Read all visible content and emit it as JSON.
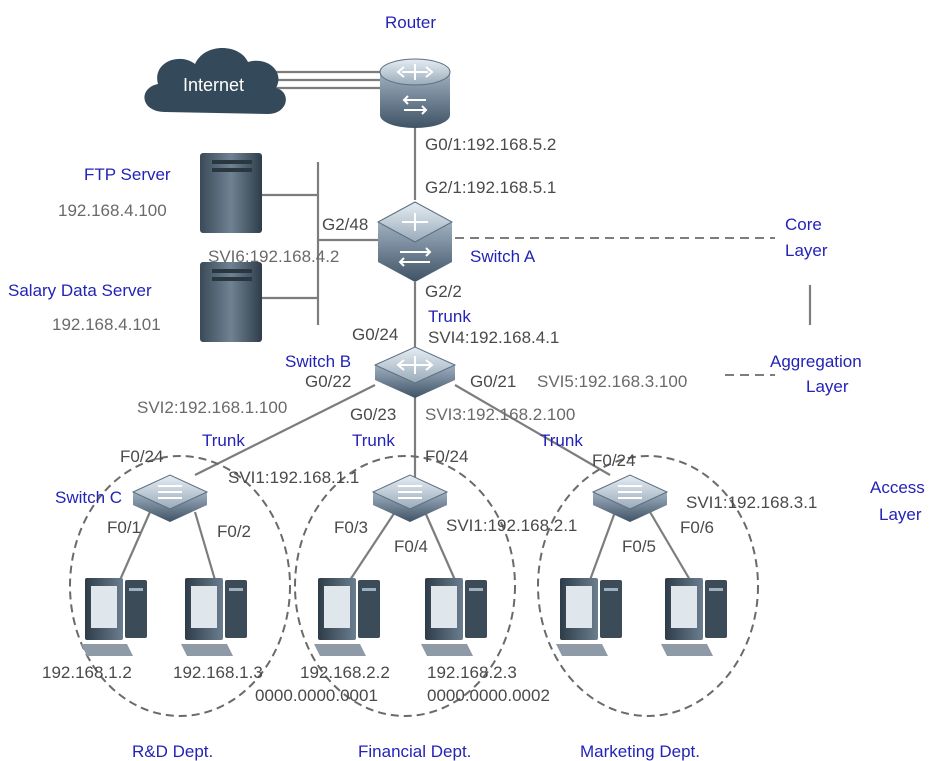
{
  "cloud": {
    "label": "Internet"
  },
  "router": {
    "label": "Router",
    "port_g01": "G0/1:192.168.5.2"
  },
  "switch_a": {
    "label": "Switch A",
    "port_g21": "G2/1:192.168.5.1",
    "port_g248": "G2/48",
    "svi6": "SVI6:192.168.4.2",
    "port_g22": "G2/2"
  },
  "servers": {
    "ftp": {
      "label": "FTP Server",
      "ip": "192.168.4.100"
    },
    "salary": {
      "label": "Salary Data Server",
      "ip": "192.168.4.101"
    }
  },
  "switch_b": {
    "label": "Switch B",
    "port_g024": "G0/24",
    "trunk": "Trunk",
    "svi4": "SVI4:192.168.4.1",
    "port_g022": "G0/22",
    "port_g021": "G0/21",
    "svi5": "SVI5:192.168.3.100",
    "svi2": "SVI2:192.168.1.100",
    "port_g023": "G0/23",
    "svi3": "SVI3:192.168.2.100"
  },
  "layers": {
    "core": [
      "Core",
      "Layer"
    ],
    "aggregation": [
      "Aggregation",
      "Layer"
    ],
    "access": [
      "Access",
      "Layer"
    ]
  },
  "trunks": {
    "left": "Trunk",
    "middle": "Trunk",
    "right": "Trunk"
  },
  "access_switches": {
    "c": {
      "label": "Switch C",
      "uplink": "F0/24",
      "svi": "SVI1:192.168.1.1",
      "port_a": "F0/1",
      "port_b": "F0/2"
    },
    "mid": {
      "uplink": "F0/24",
      "svi": "SVI1:192.168.2.1",
      "port_a": "F0/3",
      "port_b": "F0/4"
    },
    "right": {
      "uplink": "F0/24",
      "svi": "SVI1:192.168.3.1",
      "port_a": "F0/5",
      "port_b": "F0/6"
    }
  },
  "hosts": {
    "h1": "192.168.1.2",
    "h2": "192.168.1.3",
    "h3": "192.168.2.2",
    "h4": "192.168.2.3",
    "mac3": "0000.0000.0001",
    "mac4": "0000.0000.0002"
  },
  "departments": {
    "rd": "R&D Dept.",
    "financial": "Financial Dept.",
    "marketing": "Marketing Dept."
  },
  "colors": {
    "label_blue": "#2323b8",
    "text_gray": "#6a6a6a",
    "device_steel": "#5c6f80",
    "cloud": "#34495a"
  }
}
